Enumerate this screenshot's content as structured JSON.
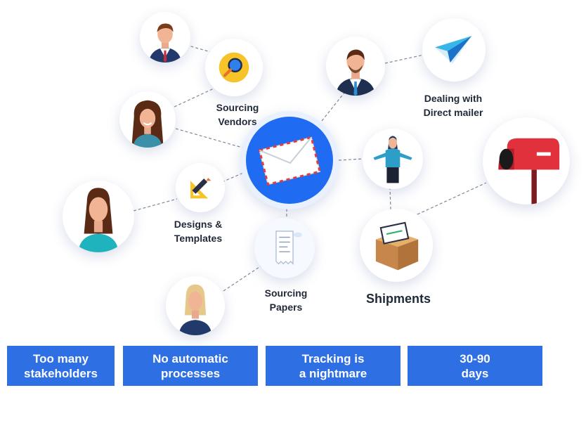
{
  "diagram": {
    "nodes": [
      {
        "id": "sourcing-vendors",
        "label_lines": [
          "Sourcing",
          "Vendors"
        ]
      },
      {
        "id": "designs-templates",
        "label_lines": [
          "Designs &",
          "Templates"
        ]
      },
      {
        "id": "sourcing-papers",
        "label_lines": [
          "Sourcing",
          "Papers"
        ]
      },
      {
        "id": "dealing-direct-mailer",
        "label_lines": [
          "Dealing with",
          "Direct mailer"
        ]
      },
      {
        "id": "shipments",
        "label_lines": [
          "Shipments"
        ]
      }
    ],
    "icons": [
      "person-icon",
      "magnifier-icon",
      "pencil-ruler-icon",
      "receipt-icon",
      "envelope-icon",
      "paper-plane-icon",
      "mailbox-icon",
      "parcel-icon"
    ]
  },
  "problems": [
    {
      "line1": "Too many",
      "line2": "stakeholders"
    },
    {
      "line1": "No automatic",
      "line2": "processes"
    },
    {
      "line1": "Tracking is",
      "line2": "a nightmare"
    },
    {
      "line1": "30-90",
      "line2": "days"
    }
  ],
  "colors": {
    "accent": "#2f6fe4",
    "hub": "#1f6bf2",
    "text": "#1f2937",
    "line": "#7c8a99"
  }
}
